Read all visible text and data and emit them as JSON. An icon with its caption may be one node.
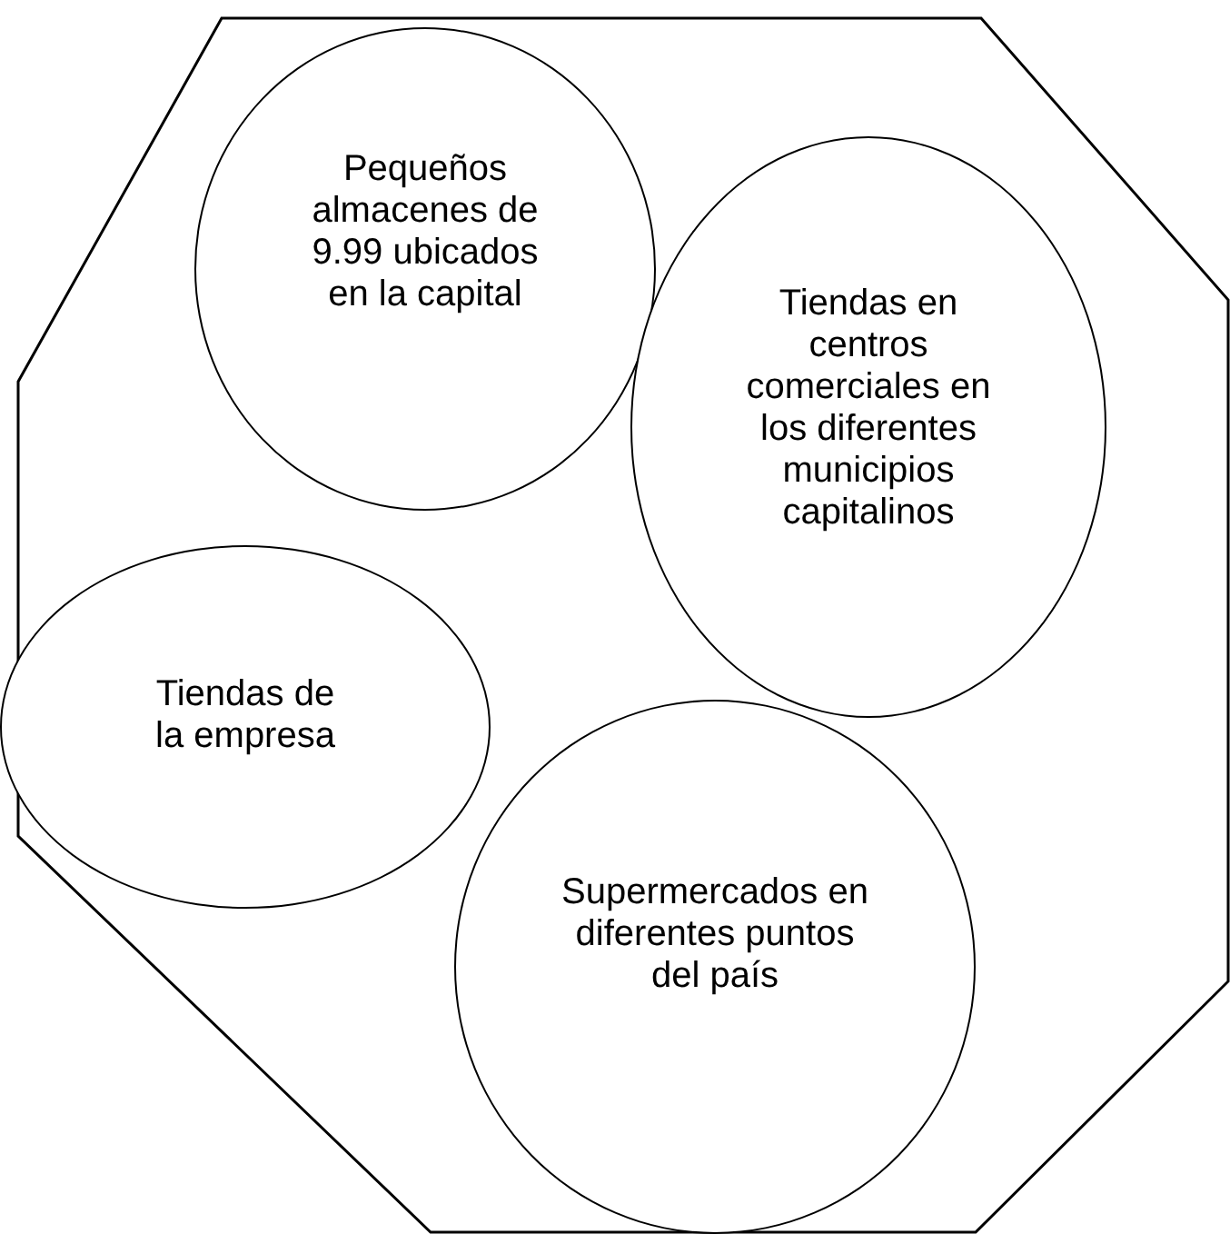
{
  "diagram": {
    "nodes": [
      {
        "text": [
          "Pequeños almacenes de 9.99 ubicados en la capital"
        ]
      },
      {
        "text": [
          "Tiendas en centros comerciales en los diferentes municipios capitalinos"
        ]
      },
      {
        "text": [
          "Tiendas de la empresa"
        ]
      },
      {
        "text": [
          "Supermercados en diferentes puntos del país"
        ]
      }
    ]
  }
}
